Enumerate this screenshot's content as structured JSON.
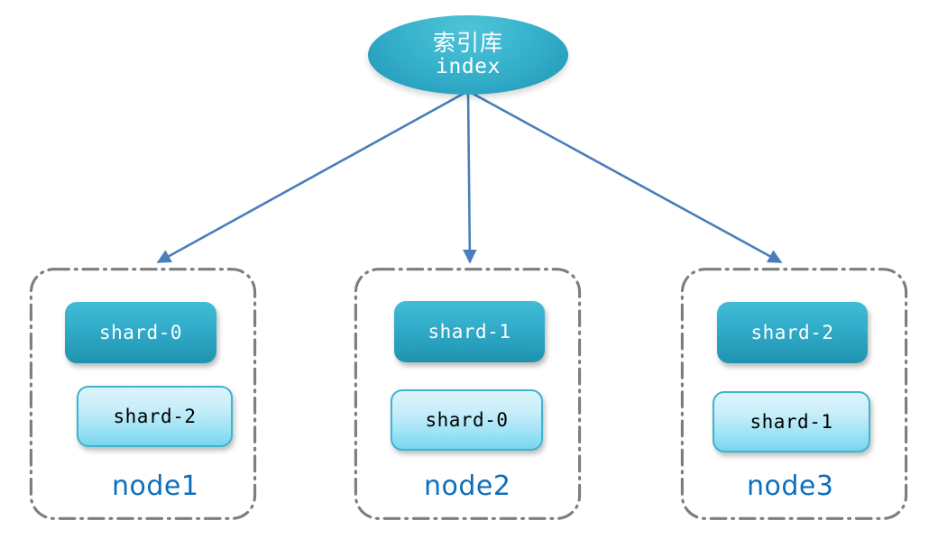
{
  "diagram": {
    "title_cn": "索引库",
    "title_en": "index",
    "colors": {
      "primary_shard": "#2ba4c2",
      "replica_shard": "#9de3f5",
      "node_border": "#7d7d7d",
      "node_label": "#0d6ebb",
      "arrow": "#4a7ebb",
      "index_fill": "#39b4cd"
    },
    "index_node": {
      "label_cn": "索引库",
      "label_en": "index"
    },
    "nodes": [
      {
        "id": "node1",
        "label": "node1",
        "shards": [
          {
            "label": "shard-0",
            "role": "primary"
          },
          {
            "label": "shard-2",
            "role": "replica"
          }
        ]
      },
      {
        "id": "node2",
        "label": "node2",
        "shards": [
          {
            "label": "shard-1",
            "role": "primary"
          },
          {
            "label": "shard-0",
            "role": "replica"
          }
        ]
      },
      {
        "id": "node3",
        "label": "node3",
        "shards": [
          {
            "label": "shard-2",
            "role": "primary"
          },
          {
            "label": "shard-1",
            "role": "replica"
          }
        ]
      }
    ],
    "edges": [
      {
        "from": "index",
        "to": "node1"
      },
      {
        "from": "index",
        "to": "node2"
      },
      {
        "from": "index",
        "to": "node3"
      }
    ]
  }
}
